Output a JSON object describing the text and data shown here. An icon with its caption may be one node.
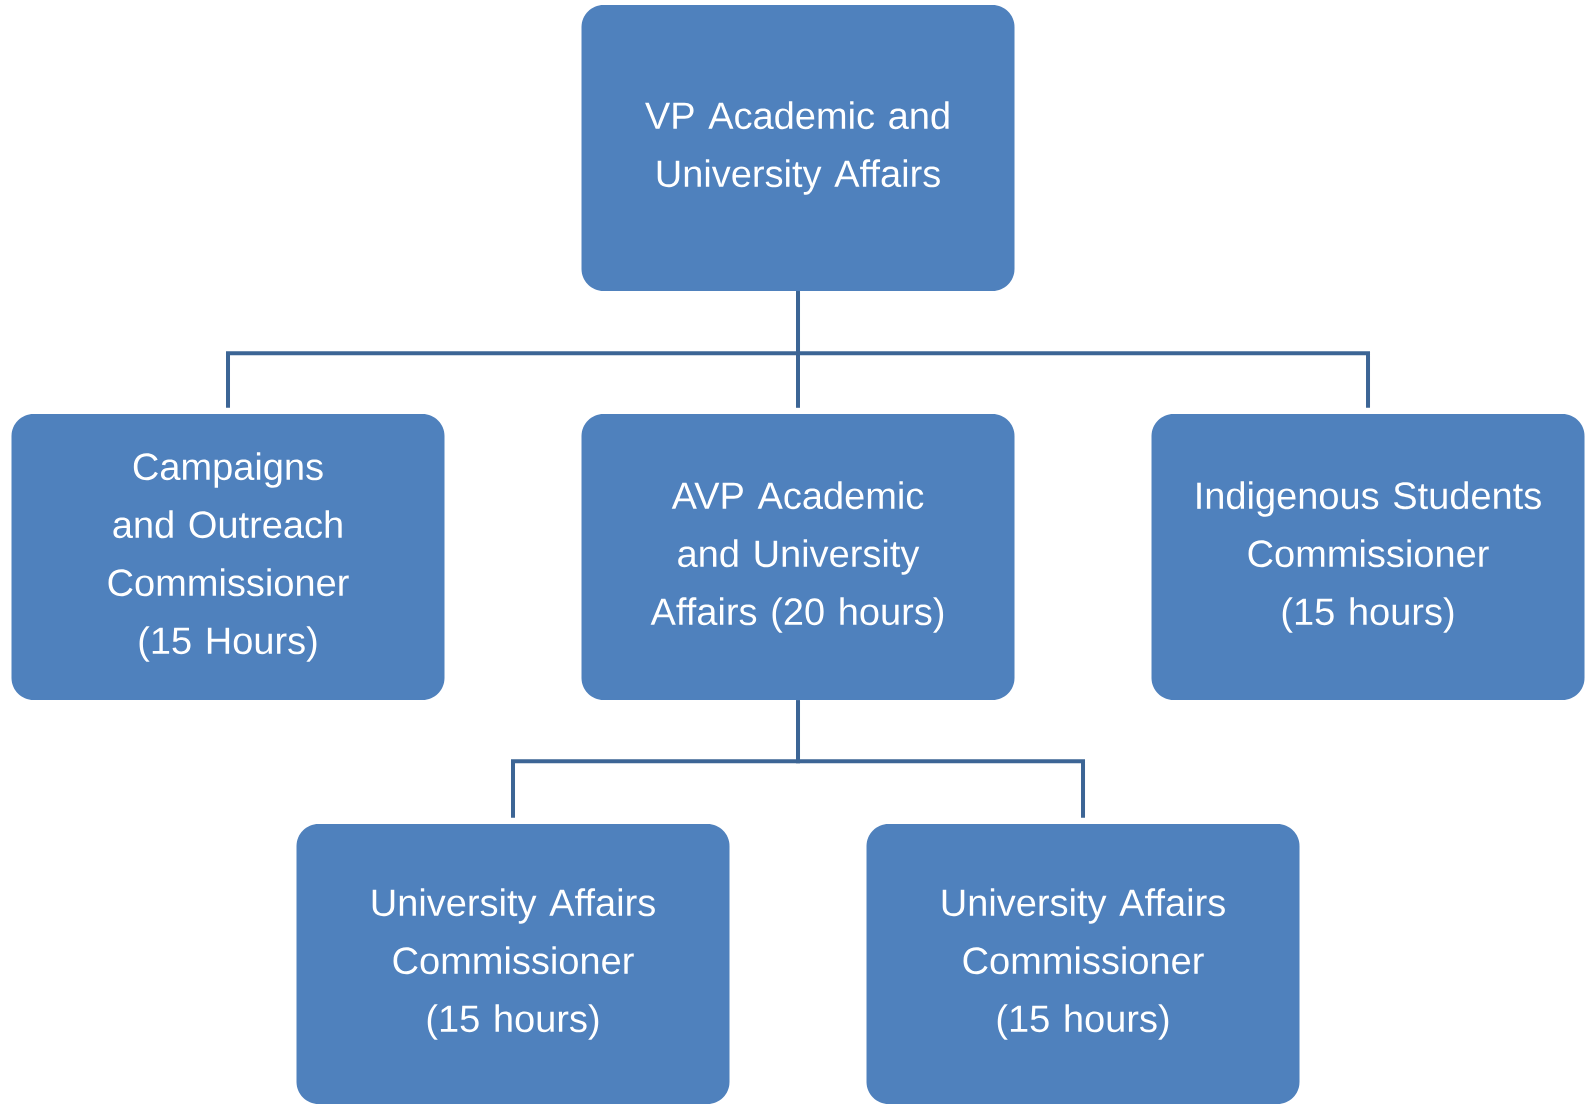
{
  "diagram": {
    "nodes": [
      {
        "text": [
          "VP Academic and University Affairs"
        ]
      },
      {
        "text": [
          "Campaigns and Outreach Commissioner (15 Hours)"
        ]
      },
      {
        "text": [
          "AVP Academic and University Affairs (20 hours)"
        ]
      },
      {
        "text": [
          "Indigenous Students Commissioner (15 hours)"
        ]
      },
      {
        "text": [
          "University Affairs Commissioner (15 hours)"
        ]
      },
      {
        "text": [
          "University Affairs Commissioner (15 hours)"
        ]
      }
    ],
    "edges": [
      {
        "from": 0,
        "to": 1,
        "arrow": "none"
      },
      {
        "from": 0,
        "to": 2,
        "arrow": "none"
      },
      {
        "from": 0,
        "to": 3,
        "arrow": "none"
      },
      {
        "from": 2,
        "to": 4,
        "arrow": "none"
      },
      {
        "from": 2,
        "to": 5,
        "arrow": "none"
      }
    ]
  }
}
